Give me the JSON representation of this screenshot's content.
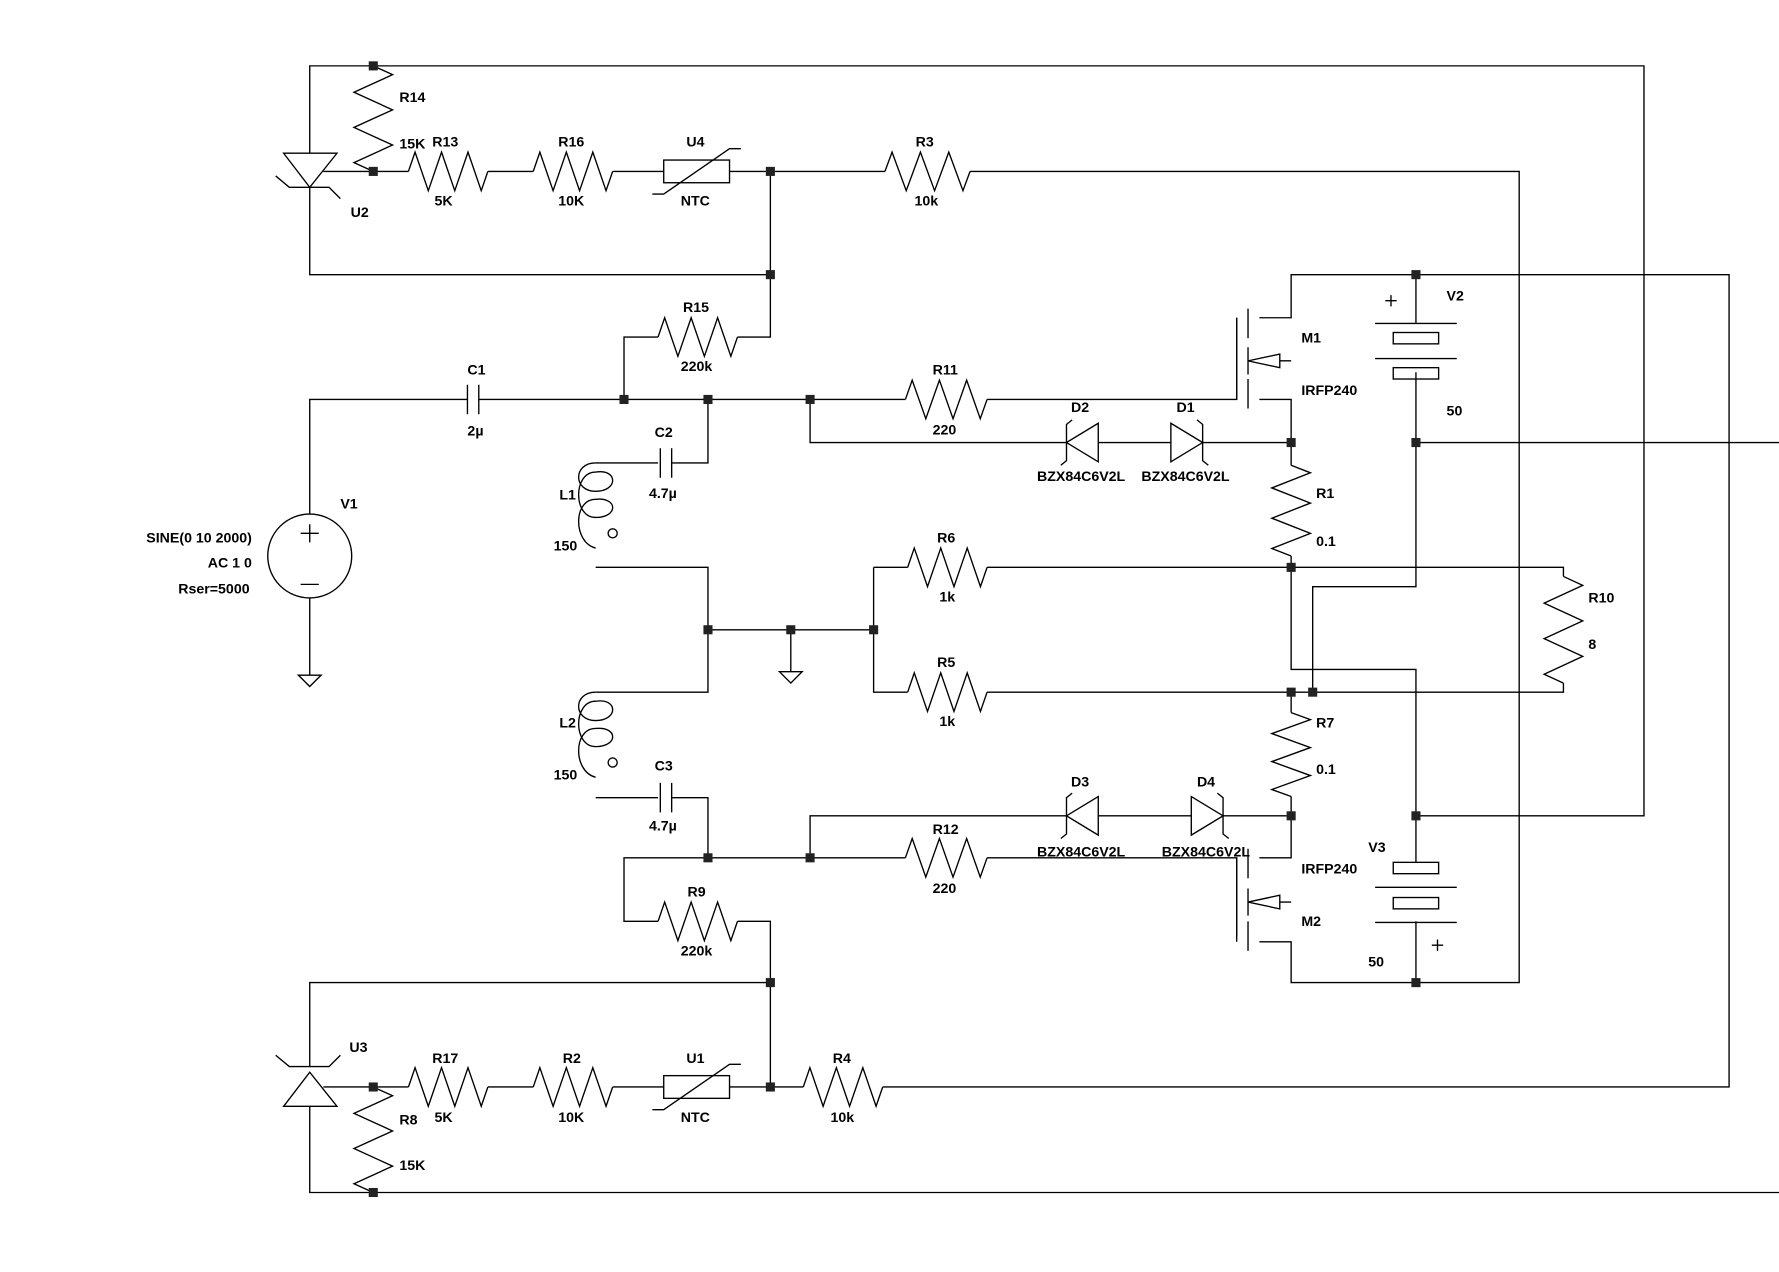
{
  "schematic": {
    "components": {
      "R14": {
        "ref": "R14",
        "value": "15K"
      },
      "R13": {
        "ref": "R13",
        "value": "5K"
      },
      "R16": {
        "ref": "R16",
        "value": "10K"
      },
      "U4": {
        "ref": "U4",
        "value": "NTC"
      },
      "R3": {
        "ref": "R3",
        "value": "10k"
      },
      "U2": {
        "ref": "U2"
      },
      "R15": {
        "ref": "R15",
        "value": "220k"
      },
      "C1": {
        "ref": "C1",
        "value": "2µ"
      },
      "R11": {
        "ref": "R11",
        "value": "220"
      },
      "D2": {
        "ref": "D2",
        "value": "BZX84C6V2L"
      },
      "D1": {
        "ref": "D1",
        "value": "BZX84C6V2L"
      },
      "M1": {
        "ref": "M1",
        "value": "IRFP240"
      },
      "V2": {
        "ref": "V2",
        "value": "50"
      },
      "C2": {
        "ref": "C2",
        "value": "4.7µ"
      },
      "L1": {
        "ref": "L1",
        "value": "150"
      },
      "R1": {
        "ref": "R1",
        "value": "0.1"
      },
      "V1": {
        "ref": "V1",
        "line1": "SINE(0 10 2000)",
        "line2": "AC 1 0",
        "line3": "Rser=5000"
      },
      "R6": {
        "ref": "R6",
        "value": "1k"
      },
      "R10": {
        "ref": "R10",
        "value": "8"
      },
      "R5": {
        "ref": "R5",
        "value": "1k"
      },
      "L2": {
        "ref": "L2",
        "value": "150"
      },
      "R7": {
        "ref": "R7",
        "value": "0.1"
      },
      "C3": {
        "ref": "C3",
        "value": "4.7µ"
      },
      "D3": {
        "ref": "D3",
        "value": "BZX84C6V2L"
      },
      "D4": {
        "ref": "D4",
        "value": "BZX84C6V2L"
      },
      "R12": {
        "ref": "R12",
        "value": "220"
      },
      "M2": {
        "ref": "M2",
        "value": "IRFP240"
      },
      "V3": {
        "ref": "V3",
        "value": "50"
      },
      "R9": {
        "ref": "R9",
        "value": "220k"
      },
      "U3": {
        "ref": "U3"
      },
      "R17": {
        "ref": "R17",
        "value": "5K"
      },
      "R2": {
        "ref": "R2",
        "value": "10K"
      },
      "U1": {
        "ref": "U1",
        "value": "NTC"
      },
      "R4": {
        "ref": "R4",
        "value": "10k"
      },
      "R8": {
        "ref": "R8",
        "value": "15K"
      }
    }
  }
}
